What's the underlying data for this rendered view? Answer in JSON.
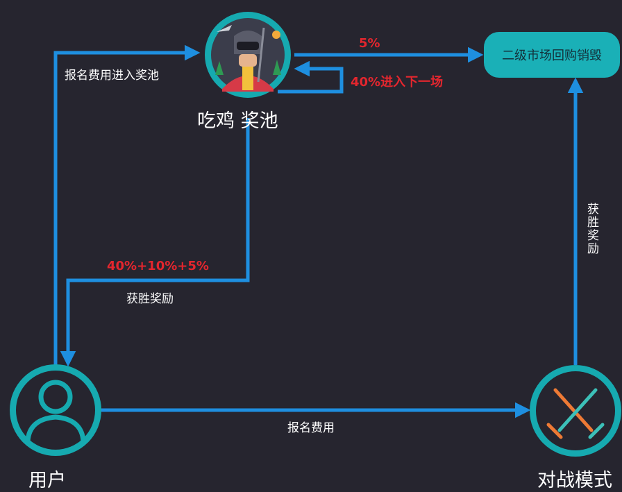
{
  "nodes": {
    "pool_title": "吃鸡  奖池",
    "user_title": "用户",
    "battle_title": "对战模式",
    "market_label": "二级市场回购销毁"
  },
  "edges": {
    "entry_to_pool": "报名费用进入奖池",
    "pool_to_market": "5%",
    "pool_loop": "40%进入下一场",
    "reward_split": "40%+10%+5%",
    "reward_label": "获胜奖励",
    "user_to_battle": "报名费用",
    "battle_to_market": "获胜奖励"
  },
  "colors": {
    "background": "#26252f",
    "arrow": "#1e8fe0",
    "ring": "#16aab0",
    "red_text": "#e3262e"
  }
}
